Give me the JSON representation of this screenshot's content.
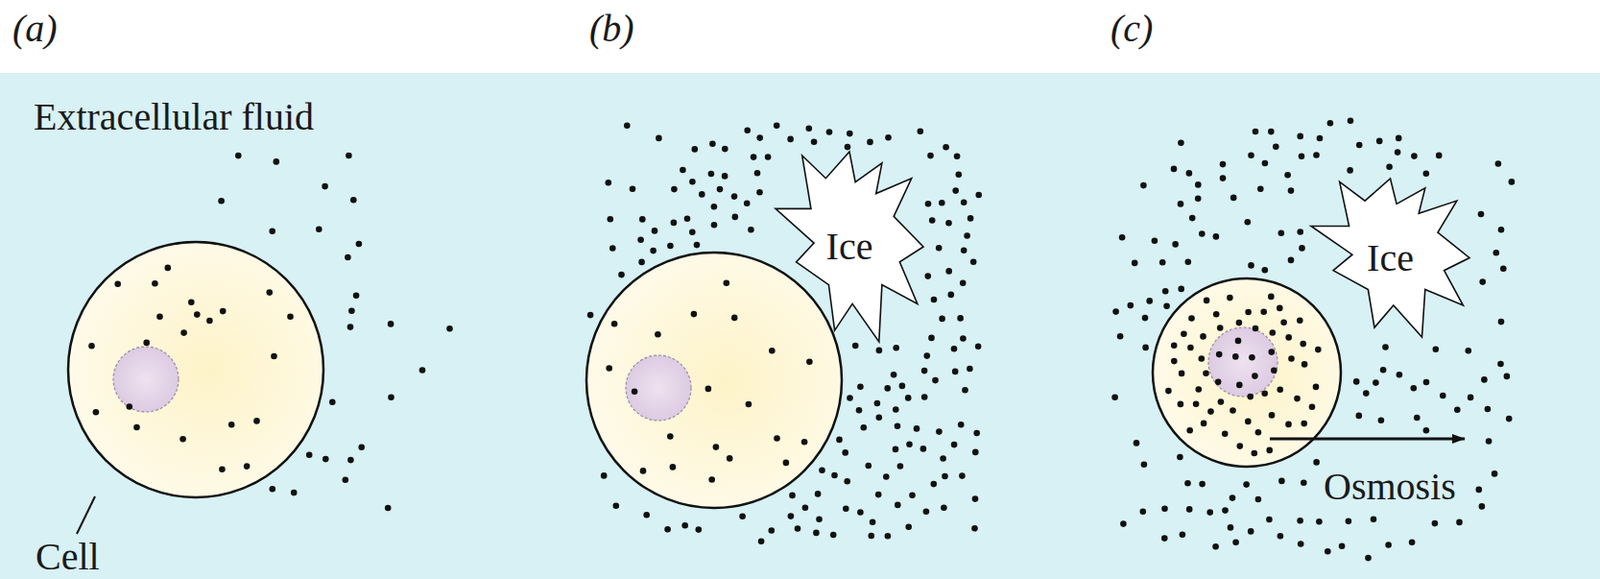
{
  "diagram": {
    "nodes": [
      {
        "text": [
          "Ice"
        ]
      },
      {
        "text": [
          "Ice"
        ]
      }
    ],
    "labels": [
      "(a)",
      "(b)",
      "(c)",
      "Extracellular fluid",
      "Cell",
      "Osmosis"
    ]
  }
}
